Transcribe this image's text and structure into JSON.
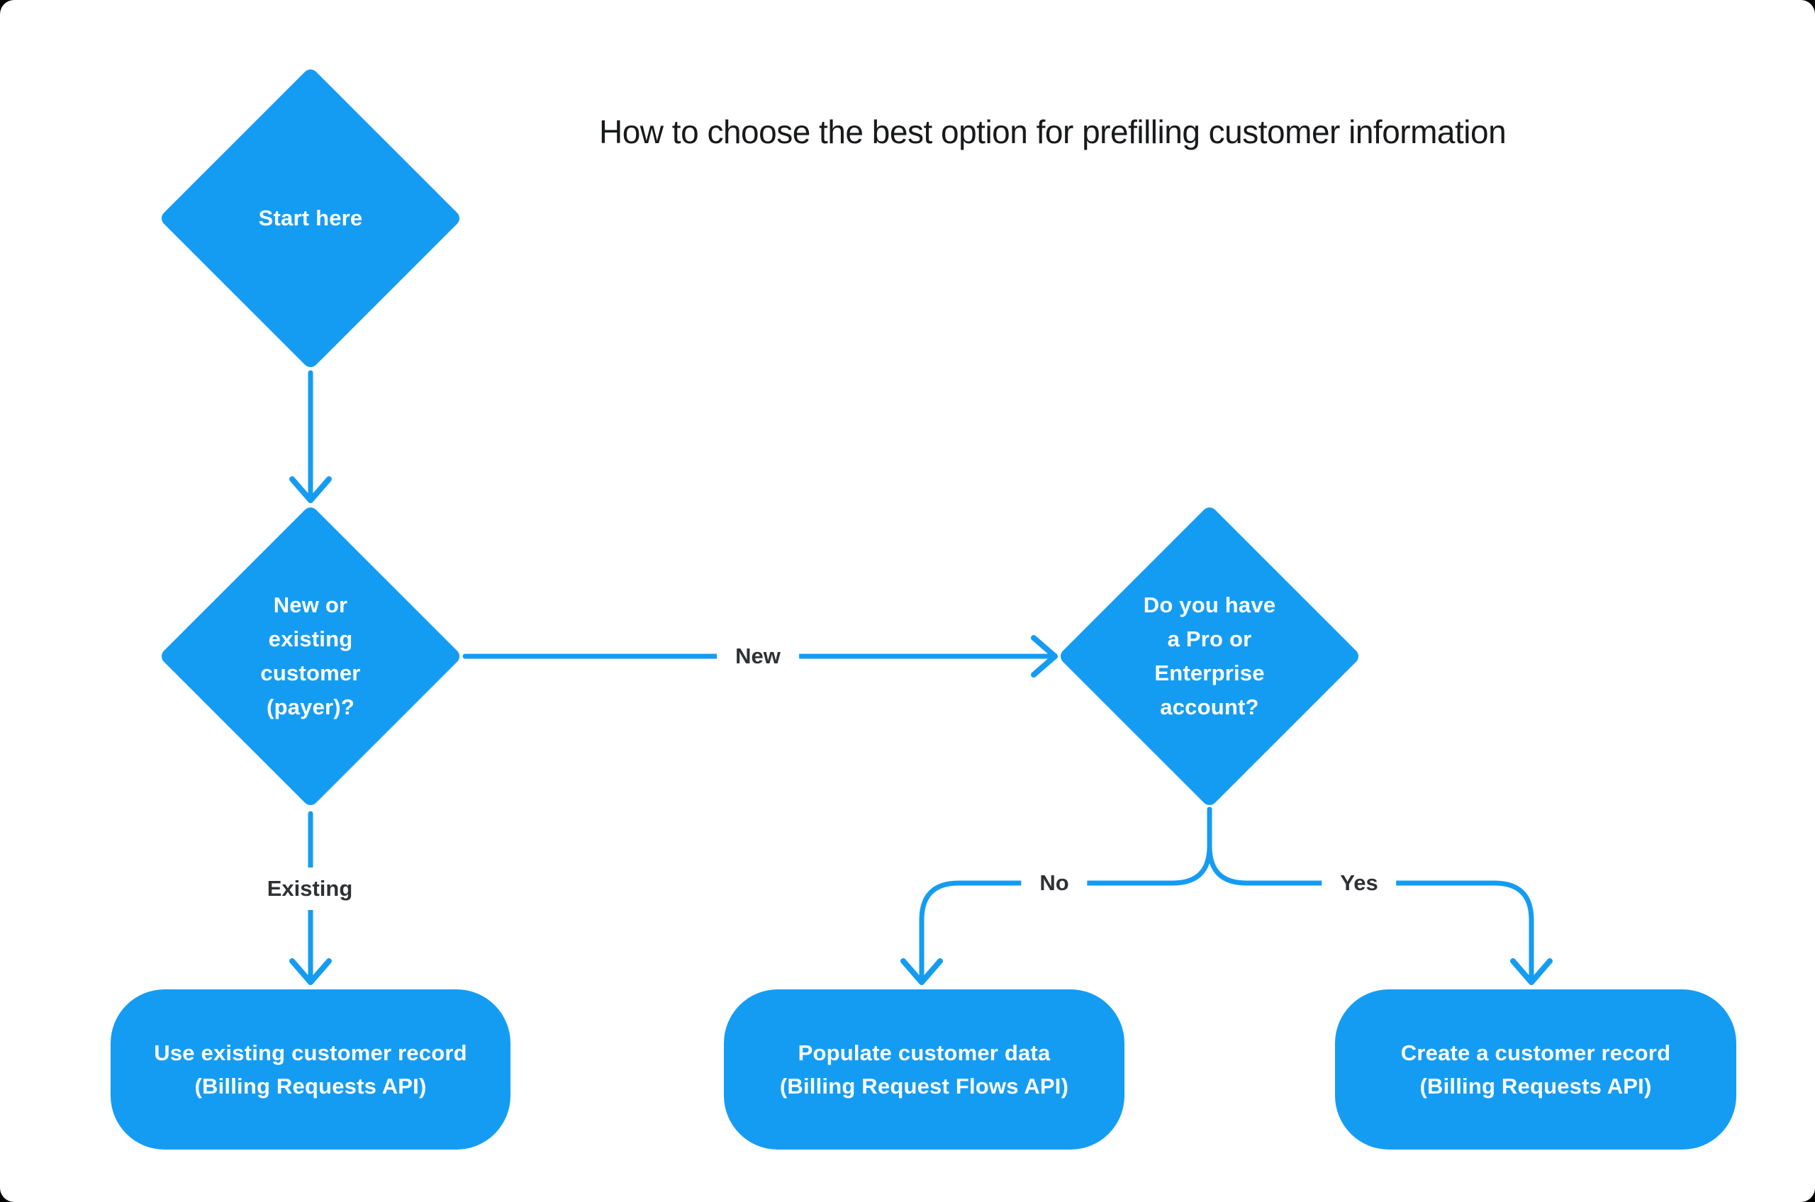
{
  "title": "How to choose the best option for prefilling customer information",
  "colors": {
    "shape_blue": "#149CF3",
    "node_text": "#FFFFFF",
    "edge_label_text": "#2F3134",
    "title_text": "#18191B",
    "canvas_background": "#FFFFFF",
    "backdrop": "#000000"
  },
  "nodes": {
    "start": {
      "shape": "diamond",
      "lines": [
        "Start here"
      ]
    },
    "customer_type": {
      "shape": "diamond",
      "lines": [
        "New or",
        "existing",
        "customer",
        "(payer)?"
      ]
    },
    "account_type": {
      "shape": "diamond",
      "lines": [
        "Do you have",
        "a Pro or",
        "Enterprise",
        "account?"
      ]
    },
    "use_existing": {
      "shape": "rounded-rect",
      "lines": [
        "Use existing customer record",
        "(Billing Requests API)"
      ]
    },
    "populate_data": {
      "shape": "rounded-rect",
      "lines": [
        "Populate customer data",
        "(Billing Request Flows API)"
      ]
    },
    "create_record": {
      "shape": "rounded-rect",
      "lines": [
        "Create a customer record",
        "(Billing Requests API)"
      ]
    }
  },
  "edges": {
    "start_to_customer_type": {
      "label": ""
    },
    "customer_type_to_account_type": {
      "label": "New"
    },
    "customer_type_to_use_existing": {
      "label": "Existing"
    },
    "account_type_to_populate_data": {
      "label": "No"
    },
    "account_type_to_create_record": {
      "label": "Yes"
    }
  }
}
